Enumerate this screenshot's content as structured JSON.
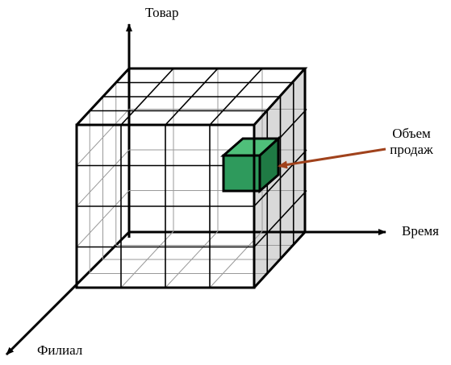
{
  "labels": {
    "axis_product": "Товар",
    "axis_time": "Время",
    "axis_branch": "Филиал",
    "sales_line1": "Объем",
    "sales_line2": "продаж"
  },
  "colors": {
    "edge": "#000000",
    "grid": "#9a9a9a",
    "side_face": "#d9d9d9",
    "cell": "#2e9a5c",
    "pointer_arrow": "#a0421c"
  },
  "cube": {
    "divisions": 4
  }
}
